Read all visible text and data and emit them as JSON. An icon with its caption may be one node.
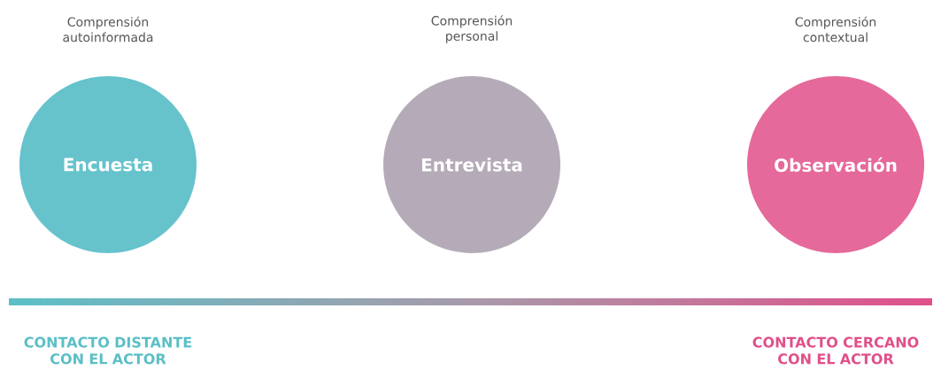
{
  "diagram": {
    "nodes": [
      {
        "text": [
          "Encuesta"
        ],
        "beside": [
          "Comprensión autoinformada"
        ]
      },
      {
        "text": [
          "Entrevista"
        ],
        "beside": [
          "Comprensión personal"
        ]
      },
      {
        "text": [
          "Observación"
        ],
        "beside": [
          "Comprensión contextual"
        ]
      }
    ],
    "labels": [
      "CONTACTO DISTANTE CON EL ACTOR",
      "CONTACTO CERCANO CON EL ACTOR"
    ]
  }
}
